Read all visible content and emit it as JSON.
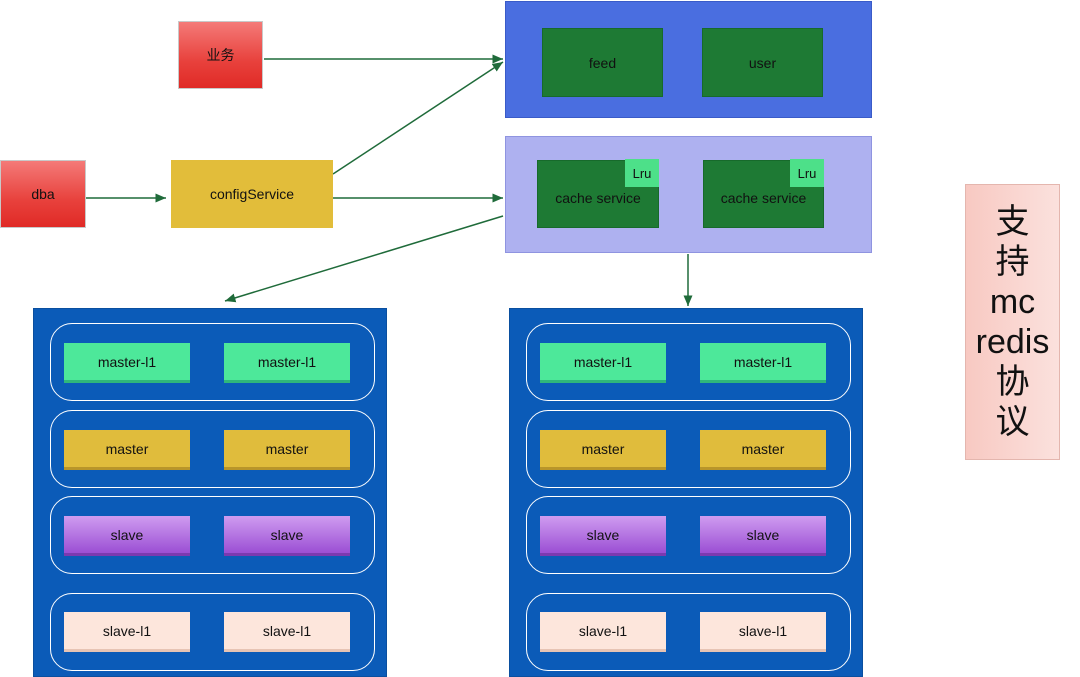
{
  "sources": {
    "business": "业务",
    "dba": "dba",
    "config_service": "configService"
  },
  "top_panel": {
    "services": [
      "feed",
      "user"
    ]
  },
  "cache_panel": {
    "services": [
      {
        "label": "cache service",
        "badge": "Lru"
      },
      {
        "label": "cache service",
        "badge": "Lru"
      }
    ]
  },
  "clusters": [
    {
      "groups": [
        {
          "type": "master-l1",
          "nodes": [
            "master-l1",
            "master-l1"
          ]
        },
        {
          "type": "master",
          "nodes": [
            "master",
            "master"
          ]
        },
        {
          "type": "slave",
          "nodes": [
            "slave",
            "slave"
          ]
        },
        {
          "type": "slave-l1",
          "nodes": [
            "slave-l1",
            "slave-l1"
          ]
        }
      ]
    },
    {
      "groups": [
        {
          "type": "master-l1",
          "nodes": [
            "master-l1",
            "master-l1"
          ]
        },
        {
          "type": "master",
          "nodes": [
            "master",
            "master"
          ]
        },
        {
          "type": "slave",
          "nodes": [
            "slave",
            "slave"
          ]
        },
        {
          "type": "slave-l1",
          "nodes": [
            "slave-l1",
            "slave-l1"
          ]
        }
      ]
    }
  ],
  "side_note": {
    "lines": [
      "支",
      "持",
      "mc",
      "redis",
      "协",
      "议"
    ]
  },
  "colors": {
    "arrow": "#1f6b3a",
    "top_panel": "#4a6ee0",
    "cache_panel": "#aeb1f0",
    "cluster": "#0b5bb8"
  }
}
